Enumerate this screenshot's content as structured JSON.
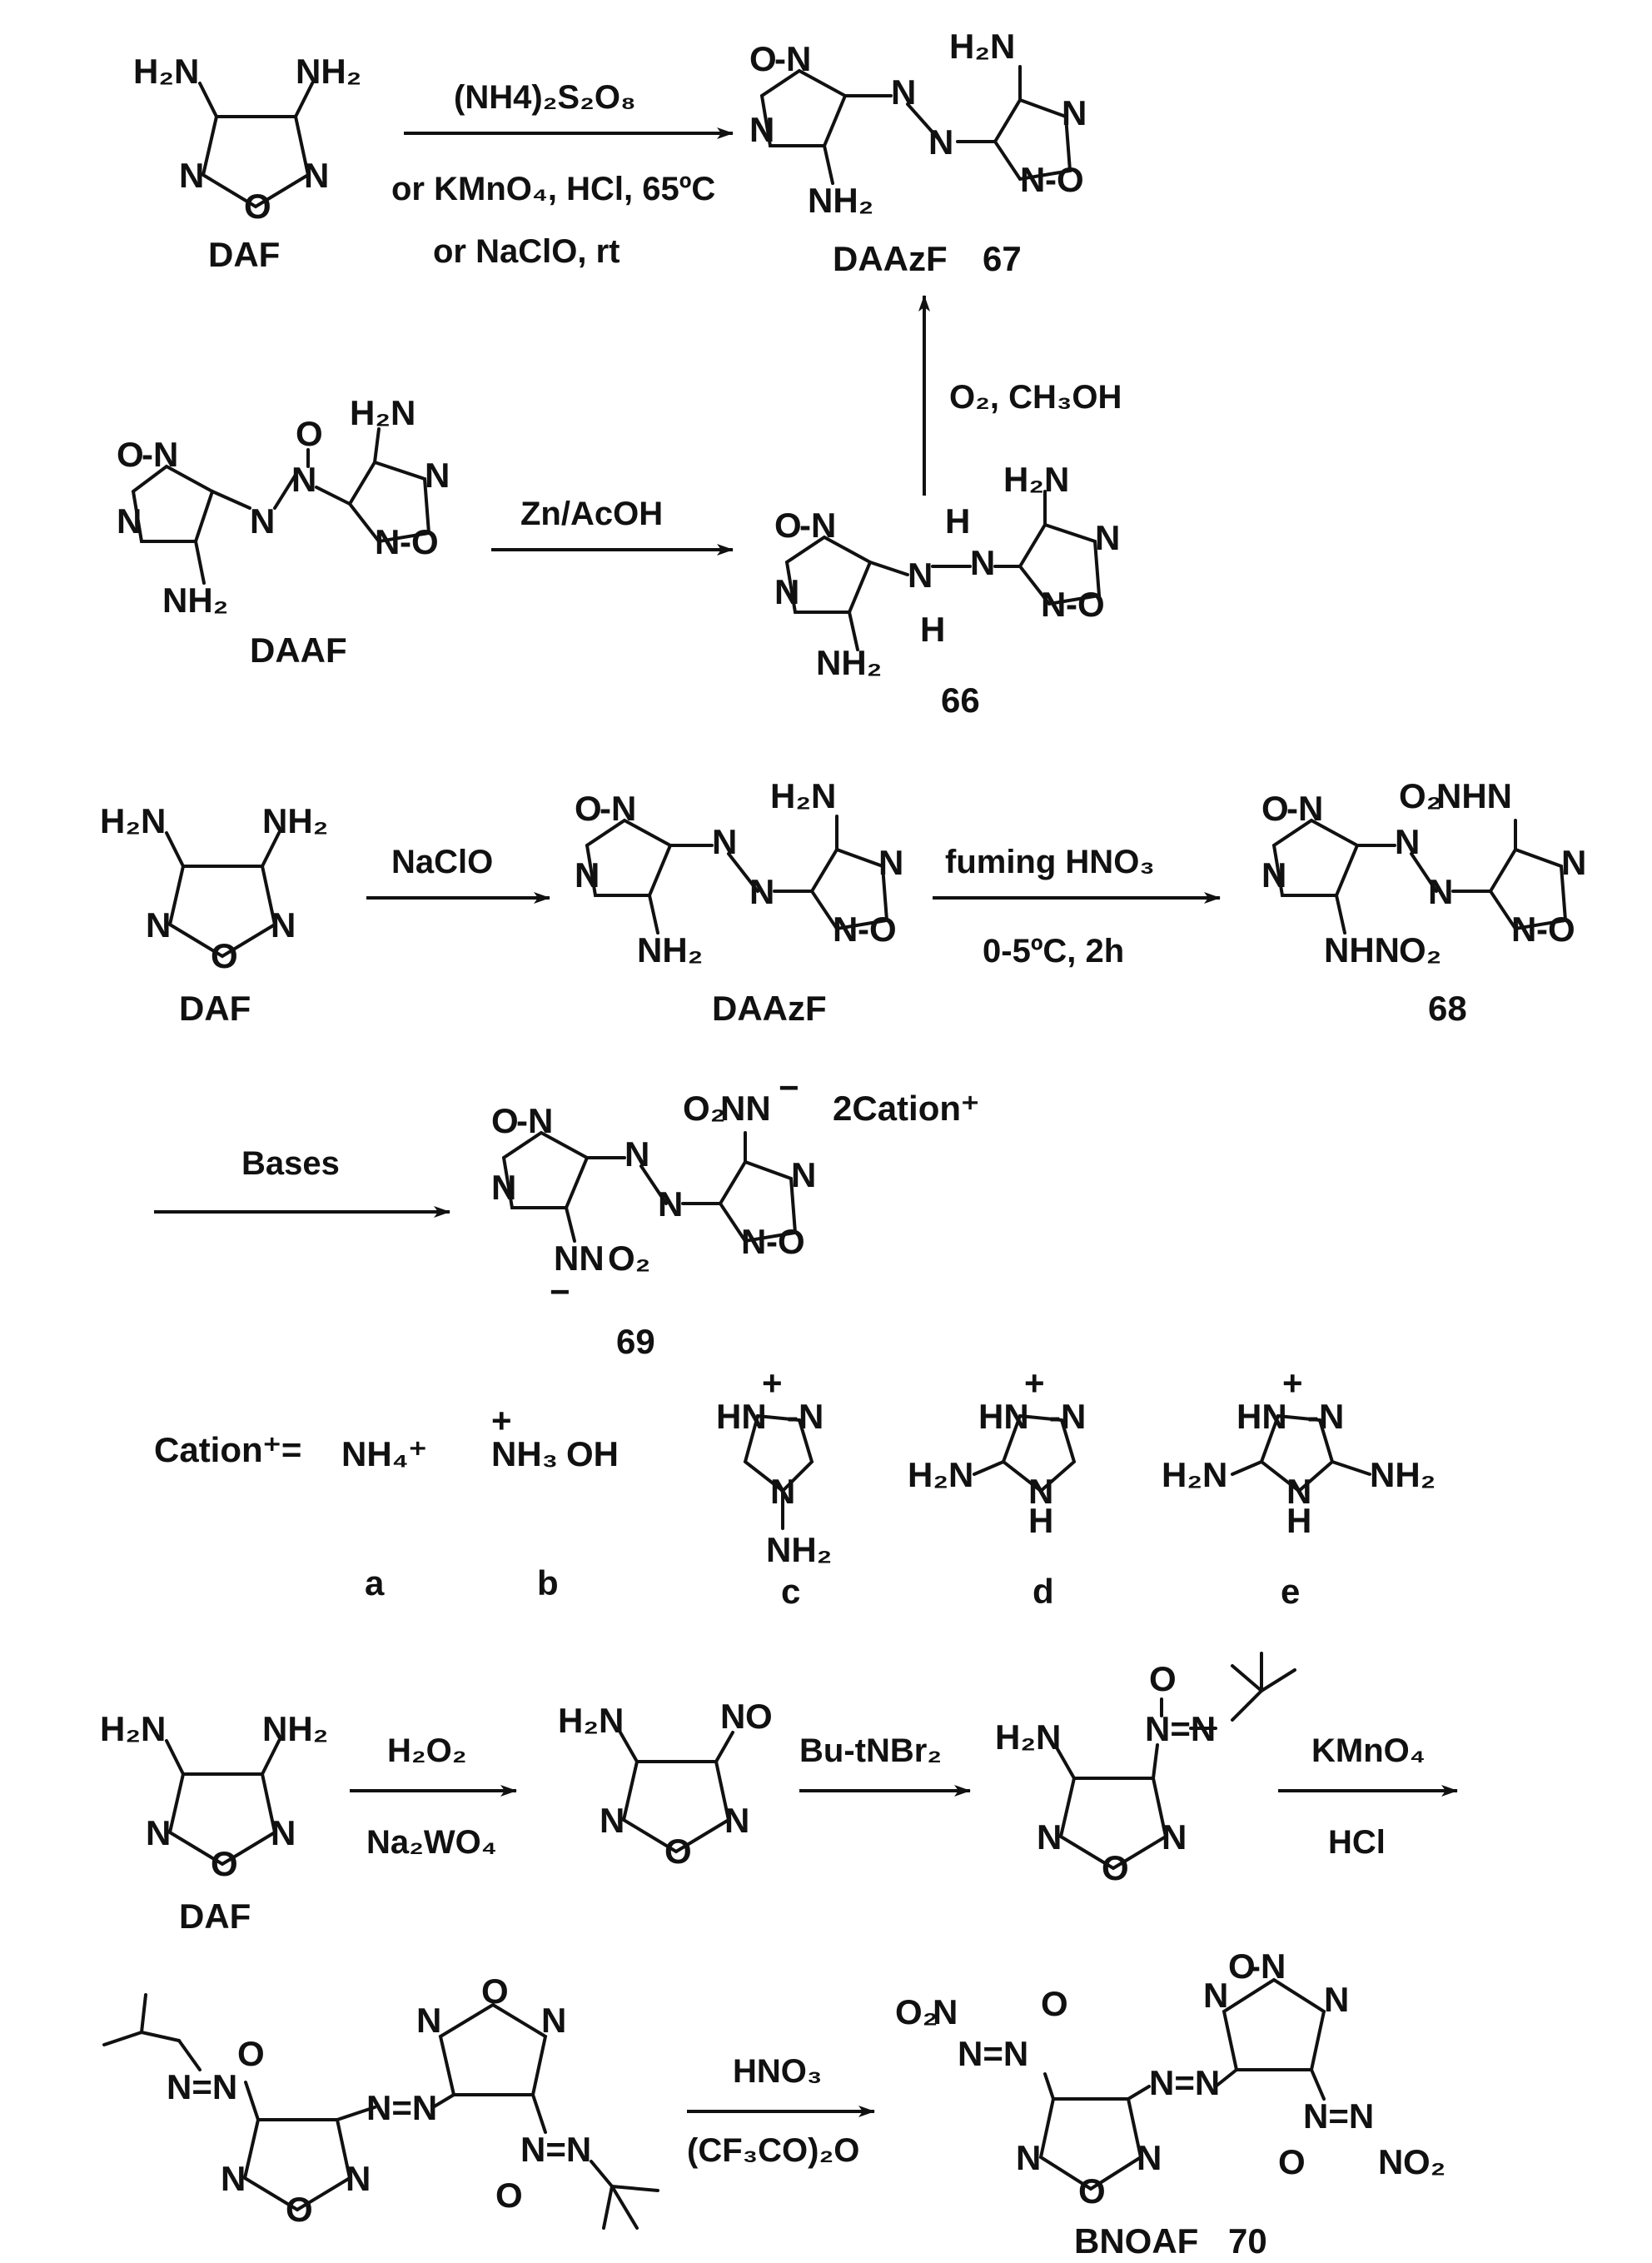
{
  "colors": {
    "nitrogen": "#1515e6",
    "oxygen": "#e61515",
    "text": "#111111"
  },
  "labels": {
    "daf": "DAF",
    "daazf_67": "DAAzF",
    "num_67": "67",
    "daaf": "DAAF",
    "num_66": "66",
    "daazf": "DAAzF",
    "num_68": "68",
    "num_69": "69",
    "two_cation": "2Cation⁺",
    "cation_eq": "Cation⁺=",
    "bnoaf": "BNOAF",
    "num_70": "70",
    "letters": [
      "a",
      "b",
      "c",
      "d",
      "e"
    ]
  },
  "conditions": {
    "r1_top": "(NH4)₂S₂O₈",
    "r1_mid": "or  KMnO₄, HCl, 65ºC",
    "r1_bot": "or    NaClO, rt",
    "r2": "Zn/AcOH",
    "r3": "O₂, CH₃OH",
    "r4": "NaClO",
    "r5_top": "fuming HNO₃",
    "r5_bot": "0-5ºC, 2h",
    "r6": "Bases",
    "r7_top": "H₂O₂",
    "r7_bot": "Na₂WO₄",
    "r8": "Bu-tNBr₂",
    "r9_top": "KMnO₄",
    "r9_bot": "HCl",
    "r10_top": "HNO₃",
    "r10_bot": "(CF₃CO)₂O"
  },
  "cations": {
    "a": "NH₄⁺",
    "b": "NH₃OH"
  }
}
